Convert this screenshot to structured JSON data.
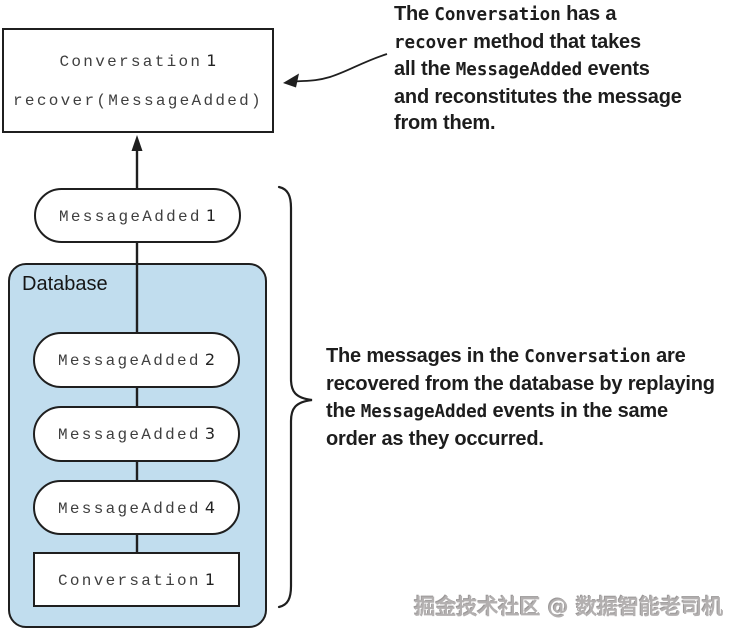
{
  "colors": {
    "database_fill": "#c1ddee",
    "line_stroke": "#1f1f1f",
    "code_text": "#3f3f3f",
    "note_text": "#1d1d1d",
    "watermark_text": "#b3b0b0"
  },
  "diagram": {
    "conversation_box": {
      "name_label": "Conversation",
      "name_number": "1",
      "method_label": "recover(MessageAdded)"
    },
    "replay_event": {
      "label": "MessageAdded",
      "number": "1"
    },
    "database": {
      "title": "Database",
      "events": [
        {
          "label": "MessageAdded",
          "number": "2"
        },
        {
          "label": "MessageAdded",
          "number": "3"
        },
        {
          "label": "MessageAdded",
          "number": "4"
        }
      ],
      "stored_aggregate": {
        "label": "Conversation",
        "number": "1"
      }
    }
  },
  "annotations": {
    "top_note": {
      "lines": [
        [
          {
            "t": "The ",
            "code": false
          },
          {
            "t": "Conversation",
            "code": true
          },
          {
            "t": " has a",
            "code": false
          }
        ],
        [
          {
            "t": "recover",
            "code": true
          },
          {
            "t": " method that takes",
            "code": false
          }
        ],
        [
          {
            "t": "all the ",
            "code": false
          },
          {
            "t": "MessageAdded",
            "code": true
          },
          {
            "t": " events",
            "code": false
          }
        ],
        [
          {
            "t": "and reconstitutes the message",
            "code": false
          }
        ],
        [
          {
            "t": "from them.",
            "code": false
          }
        ]
      ]
    },
    "right_note": {
      "lines": [
        [
          {
            "t": "The messages in the ",
            "code": false
          },
          {
            "t": "Conversation",
            "code": true
          },
          {
            "t": " are",
            "code": false
          }
        ],
        [
          {
            "t": "recovered from the database by replaying",
            "code": false
          }
        ],
        [
          {
            "t": "the ",
            "code": false
          },
          {
            "t": "MessageAdded",
            "code": true
          },
          {
            "t": " events in the same",
            "code": false
          }
        ],
        [
          {
            "t": "order as they occurred.",
            "code": false
          }
        ]
      ]
    }
  },
  "watermark": {
    "text": "掘金技术社区 @ 数据智能老司机"
  }
}
